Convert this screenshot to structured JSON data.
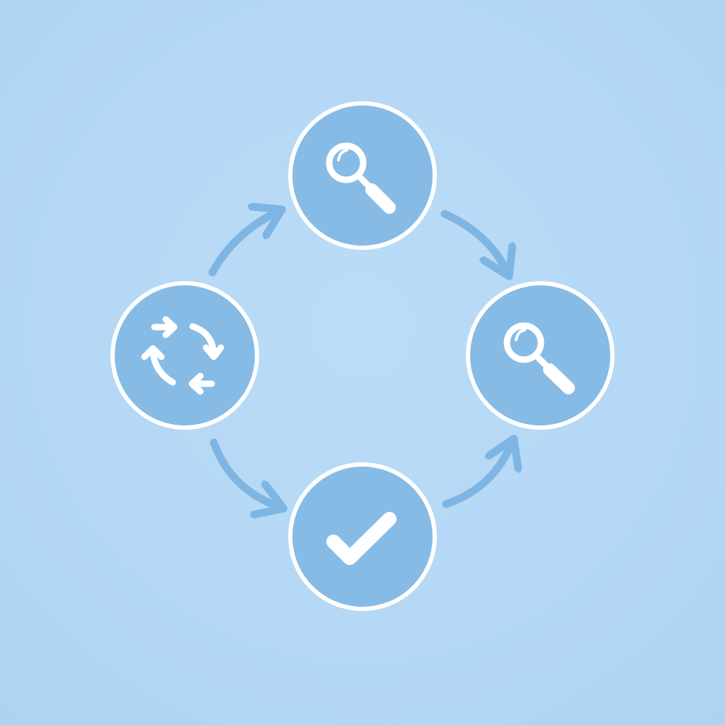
{
  "diagram": {
    "type": "cycle",
    "colors": {
      "background": "#b5d8f5",
      "node_fill": "#86bbe6",
      "node_border": "#ffffff",
      "icon": "#ffffff",
      "arrow": "#7fb5e3"
    },
    "nodes": [
      {
        "id": "left",
        "icon": "refresh-cycle-icon"
      },
      {
        "id": "top",
        "icon": "magnifier-icon"
      },
      {
        "id": "right",
        "icon": "magnifier-icon"
      },
      {
        "id": "bottom",
        "icon": "checkmark-icon"
      }
    ],
    "edges": [
      {
        "from": "left",
        "to": "top"
      },
      {
        "from": "top",
        "to": "right"
      },
      {
        "from": "left",
        "to": "bottom"
      },
      {
        "from": "bottom",
        "to": "right"
      }
    ]
  }
}
